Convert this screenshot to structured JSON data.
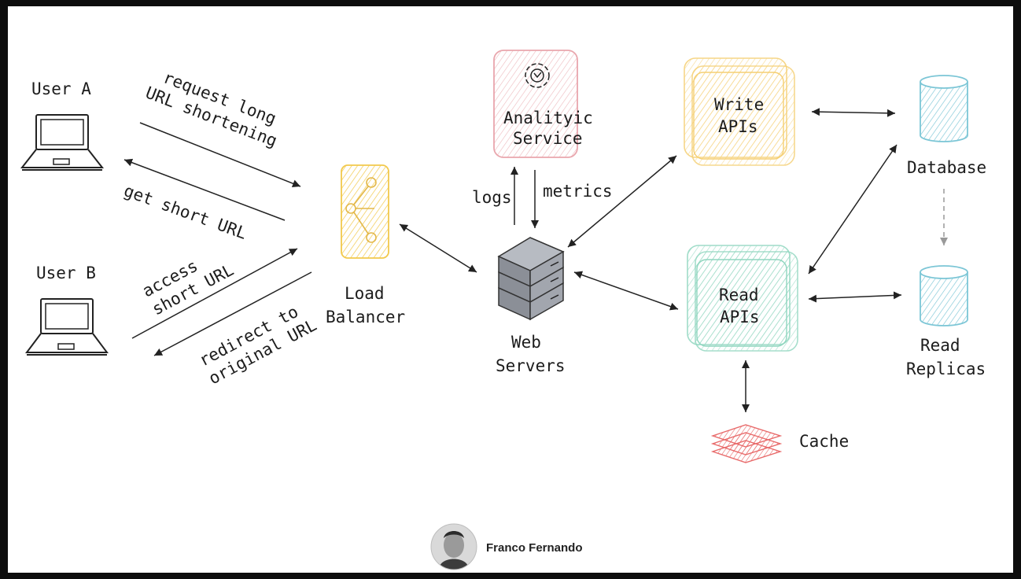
{
  "nodes": {
    "user_a": "User A",
    "user_b": "User B",
    "load_balancer": [
      "Load",
      "Balancer"
    ],
    "analytic_service": [
      "Analityic",
      "Service"
    ],
    "web_servers": [
      "Web",
      "Servers"
    ],
    "write_apis": [
      "Write",
      "APIs"
    ],
    "read_apis": [
      "Read",
      "APIs"
    ],
    "database": "Database",
    "read_replicas": [
      "Read",
      "Replicas"
    ],
    "cache": "Cache"
  },
  "edges": {
    "request_long": [
      "request long",
      "URL shortening"
    ],
    "get_short": "get short URL",
    "access_short": [
      "access",
      "short URL"
    ],
    "redirect": [
      "redirect to",
      "original URL"
    ],
    "logs": "logs",
    "metrics": "metrics"
  },
  "author": "Franco Fernando",
  "colors": {
    "frame": "#0d0d0d",
    "load_balancer": "#f2c94c",
    "analytic": "#e9a6ad",
    "write_apis": "#f5cf73",
    "read_apis": "#8fd6bf",
    "database": "#7cc6d6",
    "cache": "#e86a6a",
    "server": "#8b8f97"
  }
}
